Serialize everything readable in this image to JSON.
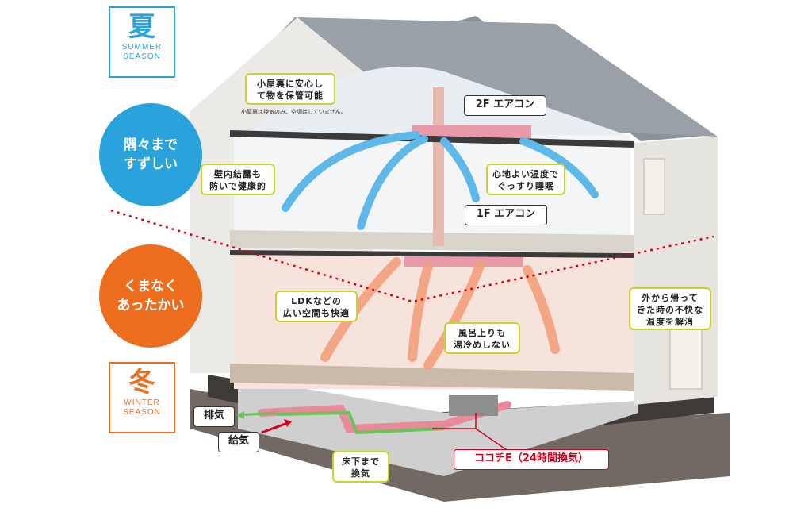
{
  "colors": {
    "summer": "#2aa3dc",
    "winter": "#ec6d1e",
    "callout_border": "#c8d42a",
    "cool_air": "#5fb8ea",
    "warm_air": "#f3a07d",
    "fresh_air": "#6cc25a",
    "duct": "#e88a9a",
    "red_line": "#d7001c"
  },
  "summer": {
    "kanji": "夏",
    "label_line1": "SUMMER",
    "label_line2": "SEASON",
    "circle": "隅々まで\nすずしい"
  },
  "winter": {
    "kanji": "冬",
    "label_line1": "WINTER",
    "label_line2": "SEASON",
    "circle": "くまなく\nあったかい"
  },
  "callouts": {
    "attic": "小屋裏に安心し\nて物を保管可能",
    "attic_note": "小屋裏は換気のみ、空調はしていません。",
    "condensation": "壁内結露も\n防いで健康的",
    "sleep": "心地よい温度で\nぐっすり睡眠",
    "ldk": "LDKなどの\n広い空間も快適",
    "bath": "風呂上りも\n湯冷めしない",
    "outside": "外から帰って\nきた時の不快な\n温度を解消",
    "underfloor": "床下まで\n換気"
  },
  "tags": {
    "ac_2f": "2F エアコン",
    "ac_1f": "1F エアコン",
    "exhaust": "排気",
    "supply": "給気",
    "system": "ココチE（24時間換気）"
  }
}
